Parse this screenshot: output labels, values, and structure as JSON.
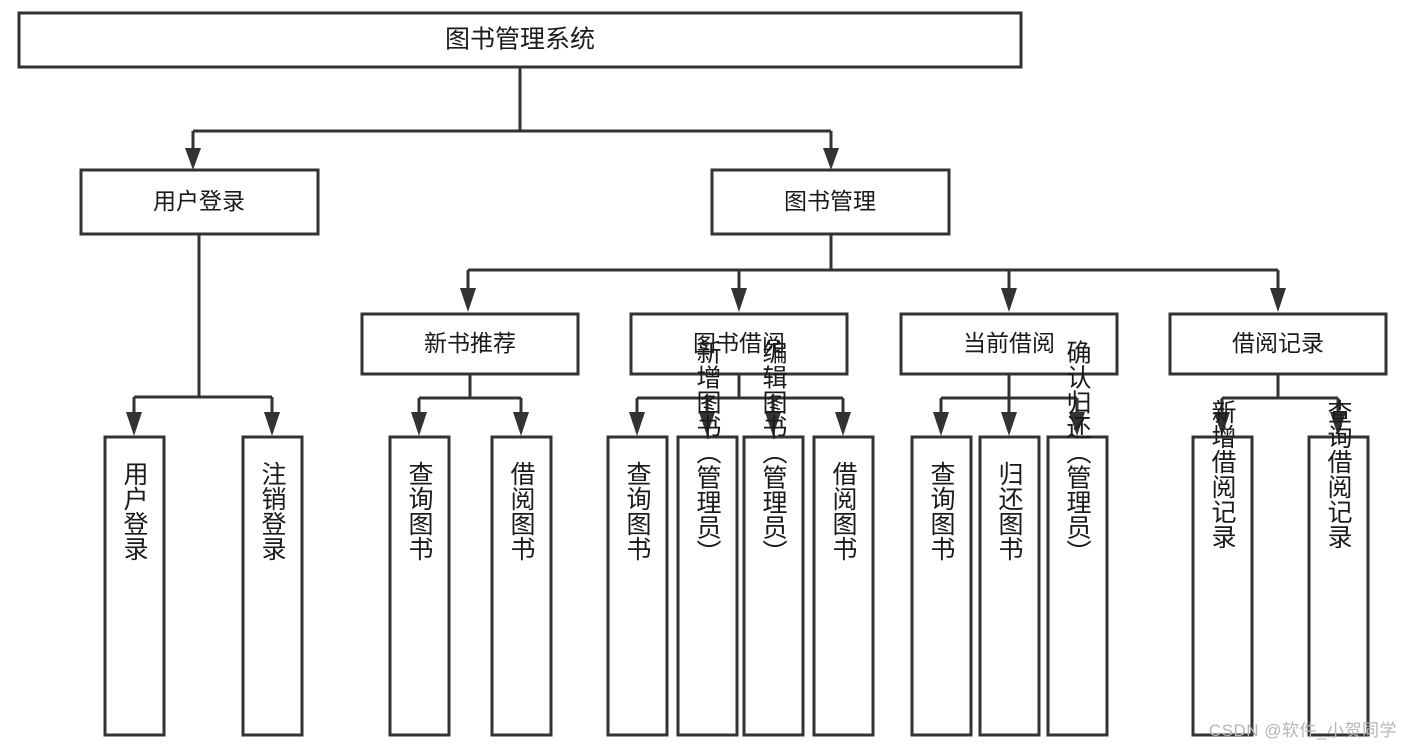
{
  "diagram": {
    "type": "tree",
    "title": "图书管理系统",
    "orientation": "top-down",
    "root": {
      "id": "root",
      "label": "图书管理系统"
    },
    "level2": [
      {
        "id": "user-login",
        "label": "用户登录"
      },
      {
        "id": "book-manage",
        "label": "图书管理"
      }
    ],
    "level3": [
      {
        "id": "new-book-recommend",
        "label": "新书推荐",
        "parent": "book-manage"
      },
      {
        "id": "book-borrow",
        "label": "图书借阅",
        "parent": "book-manage"
      },
      {
        "id": "current-borrow",
        "label": "当前借阅",
        "parent": "book-manage"
      },
      {
        "id": "borrow-record",
        "label": "借阅记录",
        "parent": "book-manage"
      }
    ],
    "leaves": {
      "user-login": [
        {
          "id": "leaf-user-login",
          "label": "用户登录"
        },
        {
          "id": "leaf-logout-login",
          "label": "注销登录"
        }
      ],
      "new-book-recommend": [
        {
          "id": "leaf-query-book-1",
          "label": "查询图书"
        },
        {
          "id": "leaf-borrow-book-1",
          "label": "借阅图书"
        }
      ],
      "book-borrow": [
        {
          "id": "leaf-query-book-2",
          "label": "查询图书"
        },
        {
          "id": "leaf-add-book",
          "label": "新增图书（管理员）"
        },
        {
          "id": "leaf-edit-book",
          "label": "编辑图书（管理员）"
        },
        {
          "id": "leaf-borrow-book-2",
          "label": "借阅图书"
        }
      ],
      "current-borrow": [
        {
          "id": "leaf-query-book-3",
          "label": "查询图书"
        },
        {
          "id": "leaf-return-book",
          "label": "归还图书"
        },
        {
          "id": "leaf-confirm-return",
          "label": "确认归还（管理员）"
        }
      ],
      "borrow-record": [
        {
          "id": "leaf-add-record",
          "label": "新增借阅记录"
        },
        {
          "id": "leaf-query-record",
          "label": "查询借阅记录"
        }
      ]
    }
  },
  "colors": {
    "stroke": "#333333",
    "fill": "#ffffff",
    "text": "#1a1a1a",
    "watermark": "#b6b6b6"
  },
  "watermark": {
    "text": "CSDN @软件_小贺同学"
  }
}
